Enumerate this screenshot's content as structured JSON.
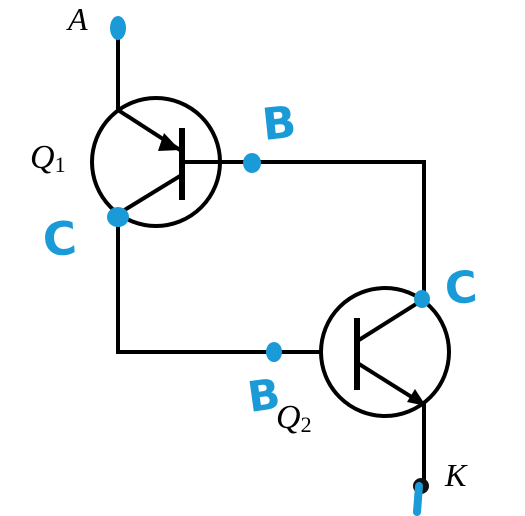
{
  "diagram": {
    "terminals": {
      "a": "A",
      "k": "K"
    },
    "transistors": {
      "q1": {
        "letter": "Q",
        "sub": "1"
      },
      "q2": {
        "letter": "Q",
        "sub": "2"
      }
    },
    "annotations": {
      "q1_base": "B",
      "q1_collector": "C",
      "q2_base": "B",
      "q2_collector": "C"
    },
    "colors": {
      "ink": "#000000",
      "annotation": "#1a9ad6"
    }
  }
}
